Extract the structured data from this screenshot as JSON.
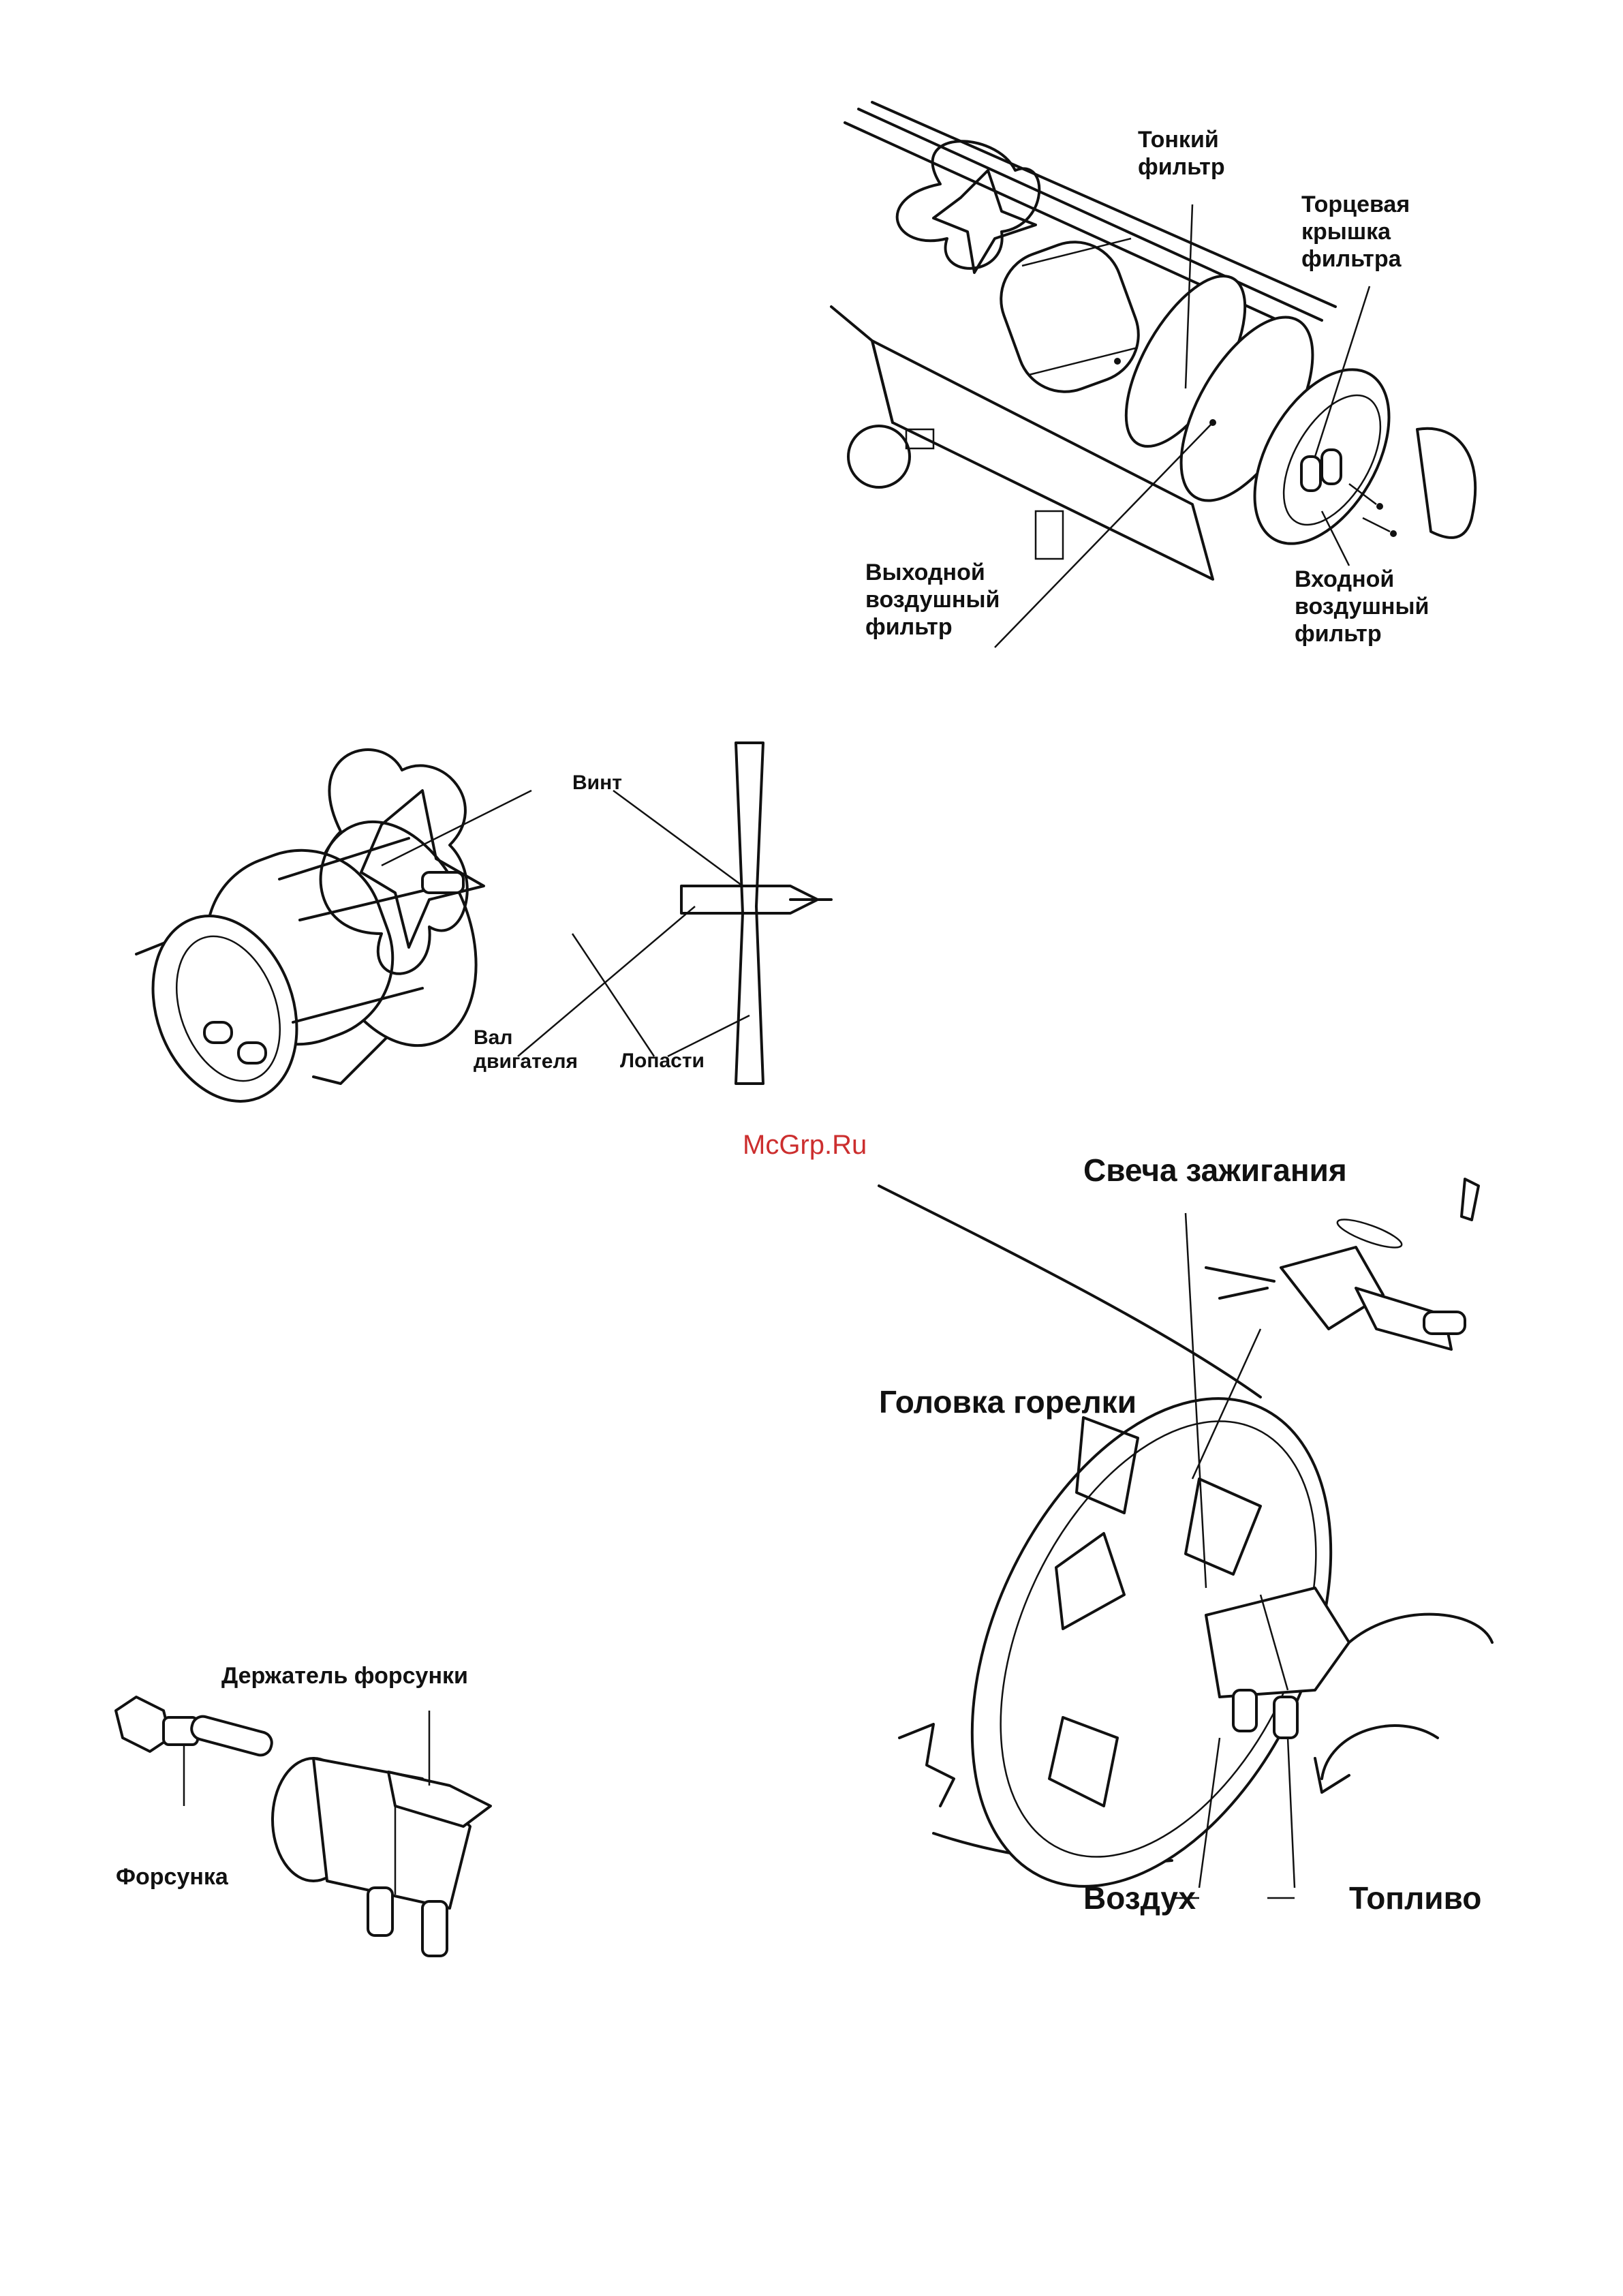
{
  "watermark": "McGrp.Ru",
  "figures": {
    "filters": {
      "labels": {
        "fine_filter": "Тонкий\nфильтр",
        "filter_end_cap": "Торцевая\nкрышка\nфильтра",
        "outlet_air_filter": "Выходной\nвоздушный\nфильтр",
        "inlet_air_filter": "Входной\nвоздушный\nфильтр"
      }
    },
    "fan": {
      "labels": {
        "screw": "Винт",
        "motor_shaft": "Вал\nдвигателя",
        "blades": "Лопасти"
      }
    },
    "burner": {
      "labels": {
        "spark_plug": "Свеча зажигания",
        "burner_head": "Головка горелки",
        "air": "Воздух",
        "fuel": "Топливо"
      }
    },
    "nozzle": {
      "labels": {
        "nozzle_holder": "Держатель форсунки",
        "nozzle": "Форсунка"
      }
    }
  }
}
